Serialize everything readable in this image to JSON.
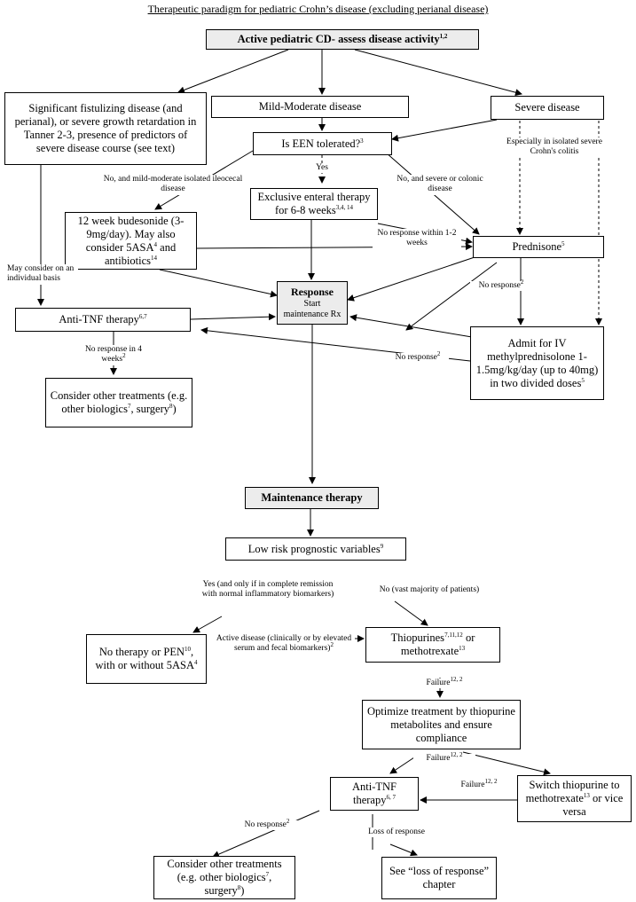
{
  "title": "Therapeutic paradigm for pediatric Crohn’s disease (excluding perianal disease)",
  "nodes": {
    "assess": "Active pediatric CD- assess disease activity",
    "assess_sup": "1,2",
    "fistulizing": "Significant fistulizing disease (and perianal), or severe growth retardation in Tanner 2-3, presence of predictors of severe disease course (see text)",
    "mild_moderate": "Mild-Moderate disease",
    "severe": "Severe disease",
    "een": "Is EEN tolerated?",
    "een_sup": "3",
    "eet_a": "Exclusive enteral therapy for 6-8 weeks",
    "eet_sup": "3,4, 14",
    "budesonide_a": "12 week budesonide (3-9mg/day). May also consider 5ASA",
    "budesonide_sup1": "4",
    "budesonide_b": " and antibiotics",
    "budesonide_sup2": "14",
    "prednisone": "Prednisone",
    "prednisone_sup": "5",
    "response_title": "Response",
    "response_sub": "Start maintenance Rx",
    "anti_tnf": "Anti-TNF therapy",
    "anti_tnf_sup": "6,7",
    "iv_a": "Admit for IV methylprednisolone 1-1.5mg/kg/day (up to 40mg) in two divided doses",
    "iv_sup": "5",
    "consider1_a": "Consider other treatments (e.g. other biologics",
    "consider1_sup1": "7",
    "consider1_b": ", surgery",
    "consider1_sup2": "8",
    "consider1_c": ")",
    "maintenance": "Maintenance therapy",
    "low_risk": "Low risk prognostic variables",
    "low_risk_sup": "9",
    "no_therapy_a": "No therapy or PEN",
    "no_therapy_sup1": "10",
    "no_therapy_b": ", with or without 5ASA",
    "no_therapy_sup2": "4",
    "thiopurines_a": "Thiopurines",
    "thiopurines_sup1": "7,11,12",
    "thiopurines_b": " or methotrexate",
    "thiopurines_sup2": "13",
    "optimize": "Optimize treatment by thiopurine metabolites and ensure compliance",
    "anti_tnf2": "Anti-TNF therapy",
    "anti_tnf2_sup": "6, 7",
    "switch_a": "Switch thiopurine to methotrexate",
    "switch_sup": "13",
    "switch_b": " or vice versa",
    "consider2_a": "Consider other treatments (e.g. other biologics",
    "consider2_sup1": "7",
    "consider2_b": ", surgery",
    "consider2_sup2": "8",
    "consider2_c": ")",
    "loss": "See “loss of response” chapter"
  },
  "labels": {
    "especially": "Especially in isolated severe Crohn's colitis",
    "yes": "Yes",
    "no_mild": "No, and mild-moderate isolated ileocecal disease",
    "no_severe": "No, and severe or colonic disease",
    "no_response_12": "No response within 1-2 weeks",
    "may_consider": "May consider on an individual basis",
    "no_response_pred": "No response",
    "no_response_iv": "No response",
    "no_response_4wk": "No response in 4 weeks",
    "yes_complete": "Yes (and only if in complete remission with normal inflammatory biomarkers)",
    "no_vast": "No (vast majority of patients)",
    "active_disease": "Active disease (clinically or by elevated serum and fecal biomarkers)",
    "failure1": "Failure",
    "failure2": "Failure",
    "failure3": "Failure",
    "no_response_bottom": "No response",
    "loss_of_response": "Loss of response"
  },
  "sups": {
    "no_response_pred": "2",
    "no_response_iv": "2",
    "no_response_4wk": "2",
    "active_disease": "2",
    "failure": "12, 2",
    "no_response_bottom": "2"
  }
}
